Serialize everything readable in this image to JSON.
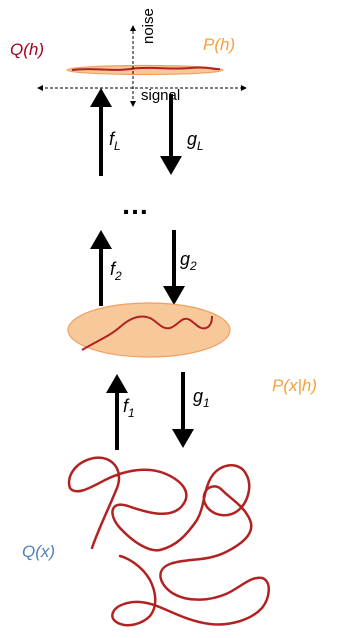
{
  "labels": {
    "q_h": "Q(h)",
    "p_h": "P(h)",
    "noise": "noise",
    "signal": "signal",
    "f_l_base": "f",
    "f_l_sub": "L",
    "g_l_base": "g",
    "g_l_sub": "L",
    "ellipsis": "…",
    "f_2_base": "f",
    "f_2_sub": "2",
    "g_2_base": "g",
    "g_2_sub": "2",
    "f_1_base": "f",
    "f_1_sub": "1",
    "g_1_base": "g",
    "g_1_sub": "1",
    "p_x_given_h": "P(x|h)",
    "q_x": "Q(x)"
  },
  "colors": {
    "q_h": "#a50021",
    "p_h": "#f5a13a",
    "p_x_given_h": "#f5a13a",
    "q_x": "#4f7fbf",
    "curve": "#b22222",
    "ellipse_fill": "#f6c89a",
    "ellipse_stroke": "#f0a060",
    "arrow": "#000000"
  },
  "icons": {
    "up_arrow": "arrow-up-icon",
    "down_arrow": "arrow-down-icon"
  }
}
